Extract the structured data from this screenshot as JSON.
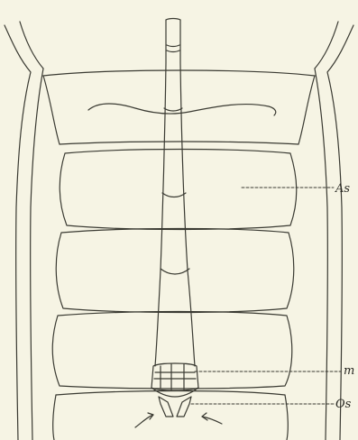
{
  "figure": {
    "labels": {
      "as": "As",
      "m": "m",
      "os": "Os"
    },
    "ink_color": "#3a3a32",
    "paper_color": "#f6f4e4"
  }
}
